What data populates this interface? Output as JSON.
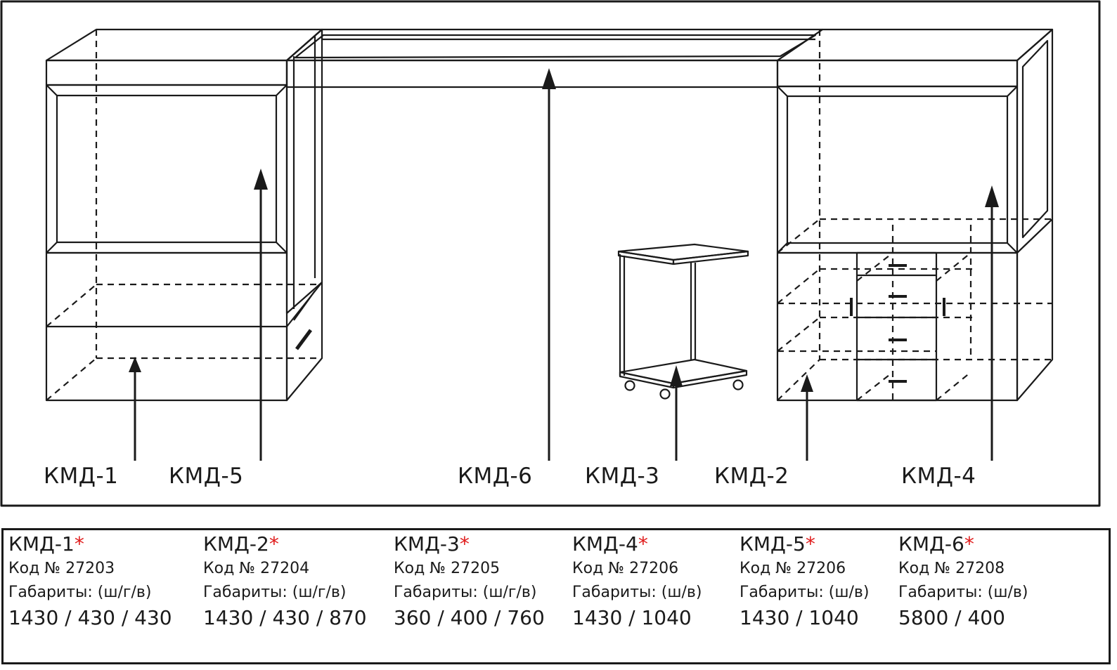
{
  "labels": {
    "kmd1": "КМД-1",
    "kmd5": "КМД-5",
    "kmd6": "КМД-6",
    "kmd3": "КМД-3",
    "kmd2": "КМД-2",
    "kmd4": "КМД-4"
  },
  "specs": [
    {
      "name": "КМД-1",
      "marker": "*",
      "code": "Код № 27203",
      "dim_label": "Габариты: (ш/г/в)",
      "dims": "1430 / 430 / 430"
    },
    {
      "name": "КМД-2",
      "marker": "*",
      "code": "Код № 27204",
      "dim_label": "Габариты: (ш/г/в)",
      "dims": "1430 / 430 / 870"
    },
    {
      "name": "КМД-3",
      "marker": "*",
      "code": "Код № 27205",
      "dim_label": "Габариты: (ш/г/в)",
      "dims": "360 / 400 / 760"
    },
    {
      "name": "КМД-4",
      "marker": "*",
      "code": "Код № 27206",
      "dim_label": "Габариты: (ш/в)",
      "dims": "1430 / 1040"
    },
    {
      "name": "КМД-5",
      "marker": "*",
      "code": "Код № 27206",
      "dim_label": "Габариты: (ш/в)",
      "dims": "1430 / 1040"
    },
    {
      "name": "КМД-6",
      "marker": "*",
      "code": "Код № 27208",
      "dim_label": "Габариты: (ш/в)",
      "dims": "5800 / 400"
    }
  ],
  "colors": {
    "line": "#1a1a1a",
    "marker": "#e01b1b",
    "background": "#ffffff"
  }
}
